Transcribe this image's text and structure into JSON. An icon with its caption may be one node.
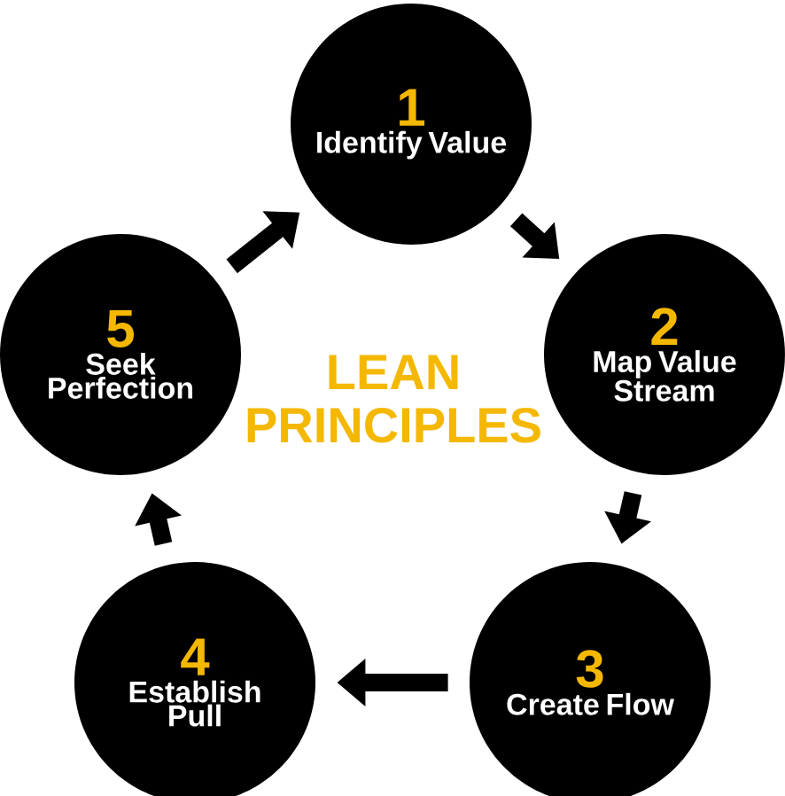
{
  "diagram": {
    "title": "LEAN PRINCIPLES",
    "nodes": [
      {
        "text": [
          "1",
          "Identify Value"
        ]
      },
      {
        "text": [
          "2",
          "Map Value Stream"
        ]
      },
      {
        "text": [
          "3",
          "Create Flow"
        ]
      },
      {
        "text": [
          "4",
          "Establish Pull"
        ]
      },
      {
        "text": [
          "5",
          "Seek Perfection"
        ]
      }
    ],
    "edges": [
      {
        "from": 0,
        "to": 1,
        "arrow": "to"
      },
      {
        "from": 1,
        "to": 2,
        "arrow": "to"
      },
      {
        "from": 2,
        "to": 3,
        "arrow": "to"
      },
      {
        "from": 3,
        "to": 4,
        "arrow": "to"
      },
      {
        "from": 4,
        "to": 0,
        "arrow": "to"
      }
    ]
  }
}
